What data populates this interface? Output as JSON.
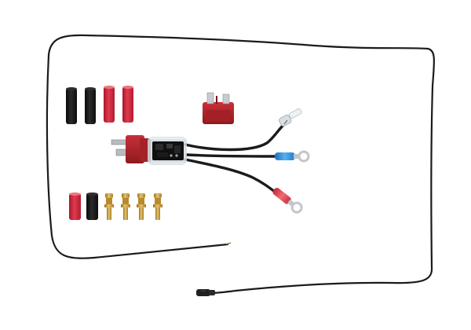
{
  "image": {
    "alt": "",
    "background_color": "#ffffff"
  },
  "colors": {
    "wire_black": "#1b1b1b",
    "wire_black_highlight": "#3a3a3a",
    "heatshrink_black": "#151515",
    "heatshrink_red": "#d8283c",
    "connector_red": "#b2252b",
    "connector_red_dark": "#8e1a1f",
    "brass": "#c99b39",
    "brass_light": "#e4c36a",
    "brass_dark": "#9a7022",
    "terminal_blue": "#2f8fdc",
    "terminal_red": "#e0424f",
    "terminal_clear": "#e8ecef",
    "metal_silver": "#b8bcc0",
    "pcb_black": "#101010",
    "shrink_clear": "#cfd6dc"
  },
  "objects": [
    {
      "name": "long-black-wire-loop",
      "kind": "wire",
      "count": 1
    },
    {
      "name": "black-heatshrink-tubes-top",
      "kind": "heatshrink",
      "count": 2
    },
    {
      "name": "red-heatshrink-tubes-top",
      "kind": "heatshrink",
      "count": 2
    },
    {
      "name": "loose-deans-connector",
      "kind": "connector",
      "count": 1
    },
    {
      "name": "mosfet-module-with-deans-plug",
      "kind": "module",
      "count": 1
    },
    {
      "name": "module-lead-clear-terminal",
      "kind": "wire",
      "count": 1
    },
    {
      "name": "module-lead-blue-ring-terminal",
      "kind": "wire",
      "count": 1
    },
    {
      "name": "module-lead-red-ring-terminal",
      "kind": "wire",
      "count": 1
    },
    {
      "name": "heatshrink-pair-bottom",
      "kind": "heatshrink",
      "count": 2
    },
    {
      "name": "brass-bullet-connectors",
      "kind": "connector",
      "count": 4
    },
    {
      "name": "black-signal-wire-with-crimp",
      "kind": "wire",
      "count": 1
    }
  ]
}
